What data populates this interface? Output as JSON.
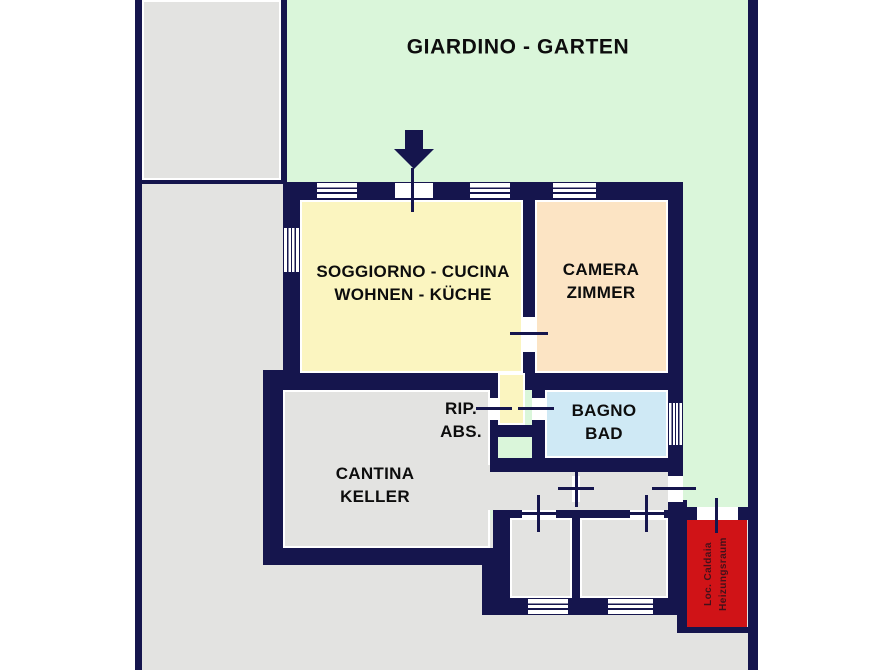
{
  "title": "Apartment floor plan (Italian / German)",
  "labels": {
    "garden": "GIARDINO - GARTEN",
    "living_line1": "SOGGIORNO - CUCINA",
    "living_line2": "WOHNEN - KÜCHE",
    "bedroom_line1": "CAMERA",
    "bedroom_line2": "ZIMMER",
    "storage_line1": "RIP.",
    "storage_line2": "ABS.",
    "bath_line1": "BAGNO",
    "bath_line2": "BAD",
    "cellar_line1": "CANTINA",
    "cellar_line2": "KELLER",
    "boiler_line1": "Loc. Caldaia",
    "boiler_line2": "Heizungsraum"
  },
  "colors": {
    "wall": "#15154d",
    "garden": "#daf6da",
    "living": "#fbf5c0",
    "bedroom": "#fce4c4",
    "bath": "#cfe9f5",
    "gray": "#e3e3e1",
    "boiler": "#d01317",
    "boilertext": "#43111a",
    "text": "#0d0d0d",
    "background": "#ffffff"
  }
}
